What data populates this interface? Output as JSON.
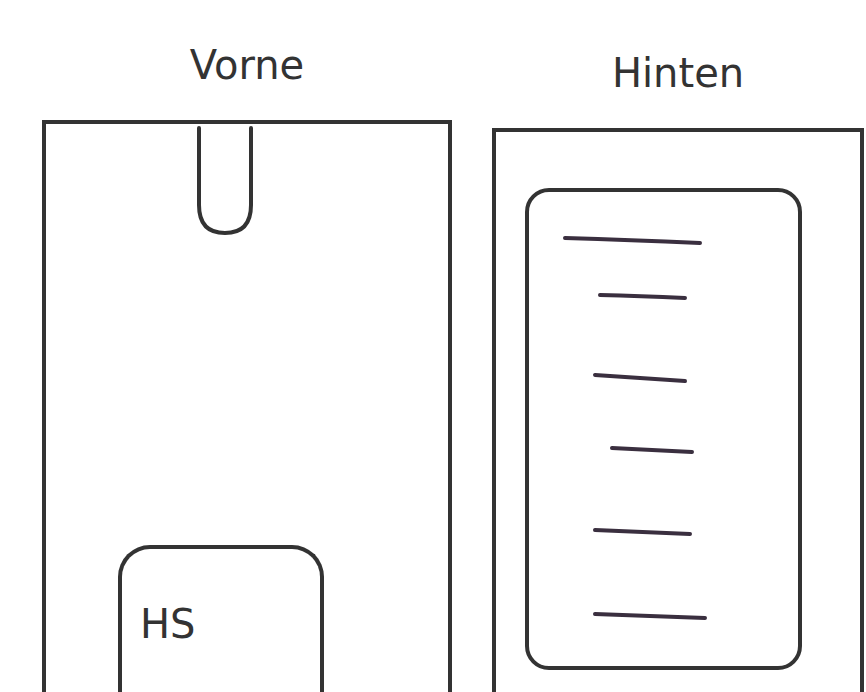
{
  "diagram": {
    "nodes": [
      {
        "text": [
          "Vorne"
        ]
      },
      {
        "text": [
          "HS"
        ],
        "in": 0
      },
      {
        "text": [
          "Hinten"
        ]
      }
    ]
  }
}
